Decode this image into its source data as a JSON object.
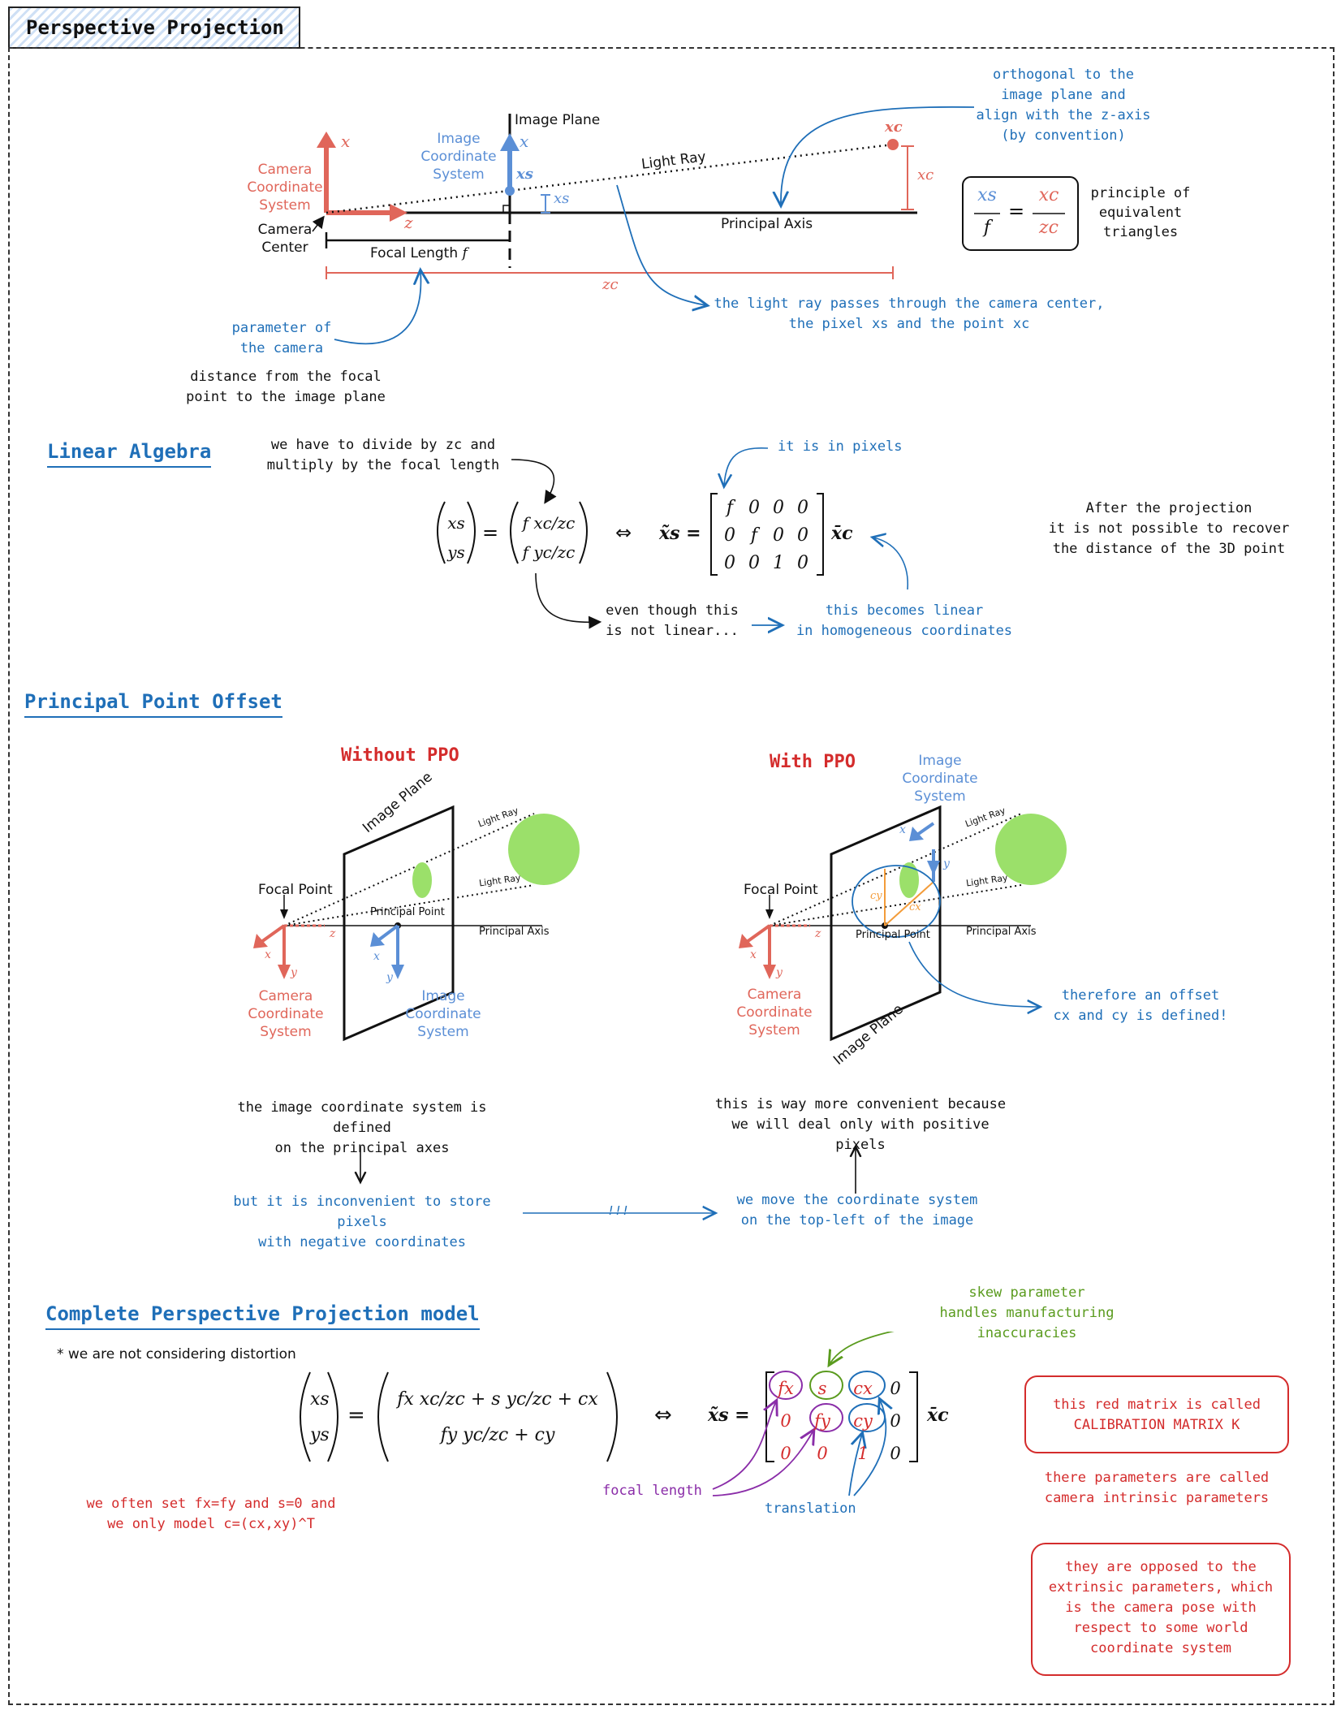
{
  "title": "Perspective Projection",
  "section1": {
    "camera_coord_system": [
      "Camera",
      "Coordinate",
      "System"
    ],
    "camera_center": [
      "Camera",
      "Center"
    ],
    "image_coord_system": [
      "Image",
      "Coordinate",
      "System"
    ],
    "image_plane": "Image Plane",
    "light_ray": "Light Ray",
    "principal_axis": "Principal Axis",
    "focal_length": "Focal Length",
    "focal_symbol": "f",
    "x_axis": "x",
    "z_axis": "z",
    "xs_point": "xs",
    "xc_point": "xc",
    "xs_len": "xs",
    "xc_len": "xc",
    "zc_len": "zc",
    "orthogonal_note": [
      "orthogonal to the",
      "image plane and",
      "align with the z-axis",
      "(by convention)"
    ],
    "principle_note": [
      "principle of",
      "equivalent",
      "triangles"
    ],
    "formula": {
      "xs": "xs",
      "f": "f",
      "xc": "xc",
      "zc": "zc"
    },
    "light_ray_note": [
      "the light ray passes through the camera center,",
      "the pixel xs and the point xc"
    ],
    "parameter_note": [
      "parameter of",
      "the camera"
    ],
    "distance_note": [
      "distance from the focal",
      "point to the image plane"
    ]
  },
  "linear_algebra": {
    "heading": "Linear Algebra",
    "divide_note": [
      "we have to divide by zc and",
      "multiply by the focal length"
    ],
    "pixels_note": "it is in pixels",
    "not_linear_note": [
      "even though this",
      "is not linear..."
    ],
    "becomes_linear_note": [
      "this becomes linear",
      "in homogeneous coordinates"
    ],
    "after_note": [
      "After the projection",
      "it is not possible to recover",
      "the distance of the 3D point"
    ],
    "vec_left": [
      "xs",
      "ys"
    ],
    "vec_right": [
      "f xc/zc",
      "f yc/zc"
    ],
    "equiv": "⇔",
    "xs_tilde": "x̃s =",
    "matrix": [
      [
        "f",
        "0",
        "0",
        "0"
      ],
      [
        "0",
        "f",
        "0",
        "0"
      ],
      [
        "0",
        "0",
        "1",
        "0"
      ]
    ],
    "xc_bar": "x̄c"
  },
  "ppo": {
    "heading": "Principal Point Offset",
    "without_title": "Without PPO",
    "with_title": "With PPO",
    "focal_point": "Focal Point",
    "principal_point": "Principal Point",
    "principal_axis": "Principal Axis",
    "image_plane": "Image Plane",
    "light_ray": "Light Ray",
    "camera_coord_system": [
      "Camera",
      "Coordinate",
      "System"
    ],
    "image_coord_system": [
      "Image",
      "Coordinate",
      "System"
    ],
    "x": "x",
    "y": "y",
    "z": "z",
    "cx": "cx",
    "cy": "cy",
    "offset_note": [
      "therefore an offset",
      "cx and cy is defined!"
    ],
    "defined_note": [
      "the image coordinate system is defined",
      "on the principal axes"
    ],
    "inconvenient_note": [
      "but it is inconvenient to store pixels",
      "with negative coordinates"
    ],
    "arrow_label": "!!!",
    "move_note": [
      "we move the coordinate system",
      "on the top-left of the image"
    ],
    "convenient_note": [
      "this is way more convenient because",
      "we will deal only with positive pixels"
    ]
  },
  "complete": {
    "heading": "Complete Perspective Projection model",
    "distortion_note": "* we are not considering distortion",
    "vec_left": [
      "xs",
      "ys"
    ],
    "vec_right": [
      "fx xc/zc + s yc/zc + cx",
      "fy yc/zc + cy"
    ],
    "equiv": "⇔",
    "xs_tilde": "x̃s =",
    "matrix": [
      [
        "fx",
        "s",
        "cx",
        "0"
      ],
      [
        "0",
        "fy",
        "cy",
        "0"
      ],
      [
        "0",
        "0",
        "1",
        "0"
      ]
    ],
    "xc_bar": "x̄c",
    "skew_note": [
      "skew parameter",
      "handles manufacturing",
      "inaccuracies"
    ],
    "focal_label": "focal length",
    "translation_label": "translation",
    "often_note": [
      "we often set fx=fy and s=0 and",
      "we only model c=(cx,xy)^T"
    ],
    "calibration_note": [
      "this red matrix is called",
      "CALIBRATION MATRIX K"
    ],
    "intrinsic_note": [
      "there parameters are called",
      "camera intrinsic parameters"
    ],
    "extrinsic_note": [
      "they are opposed to the",
      "extrinsic parameters, which",
      "is the camera pose with",
      "respect to some world",
      "coordinate system"
    ]
  }
}
